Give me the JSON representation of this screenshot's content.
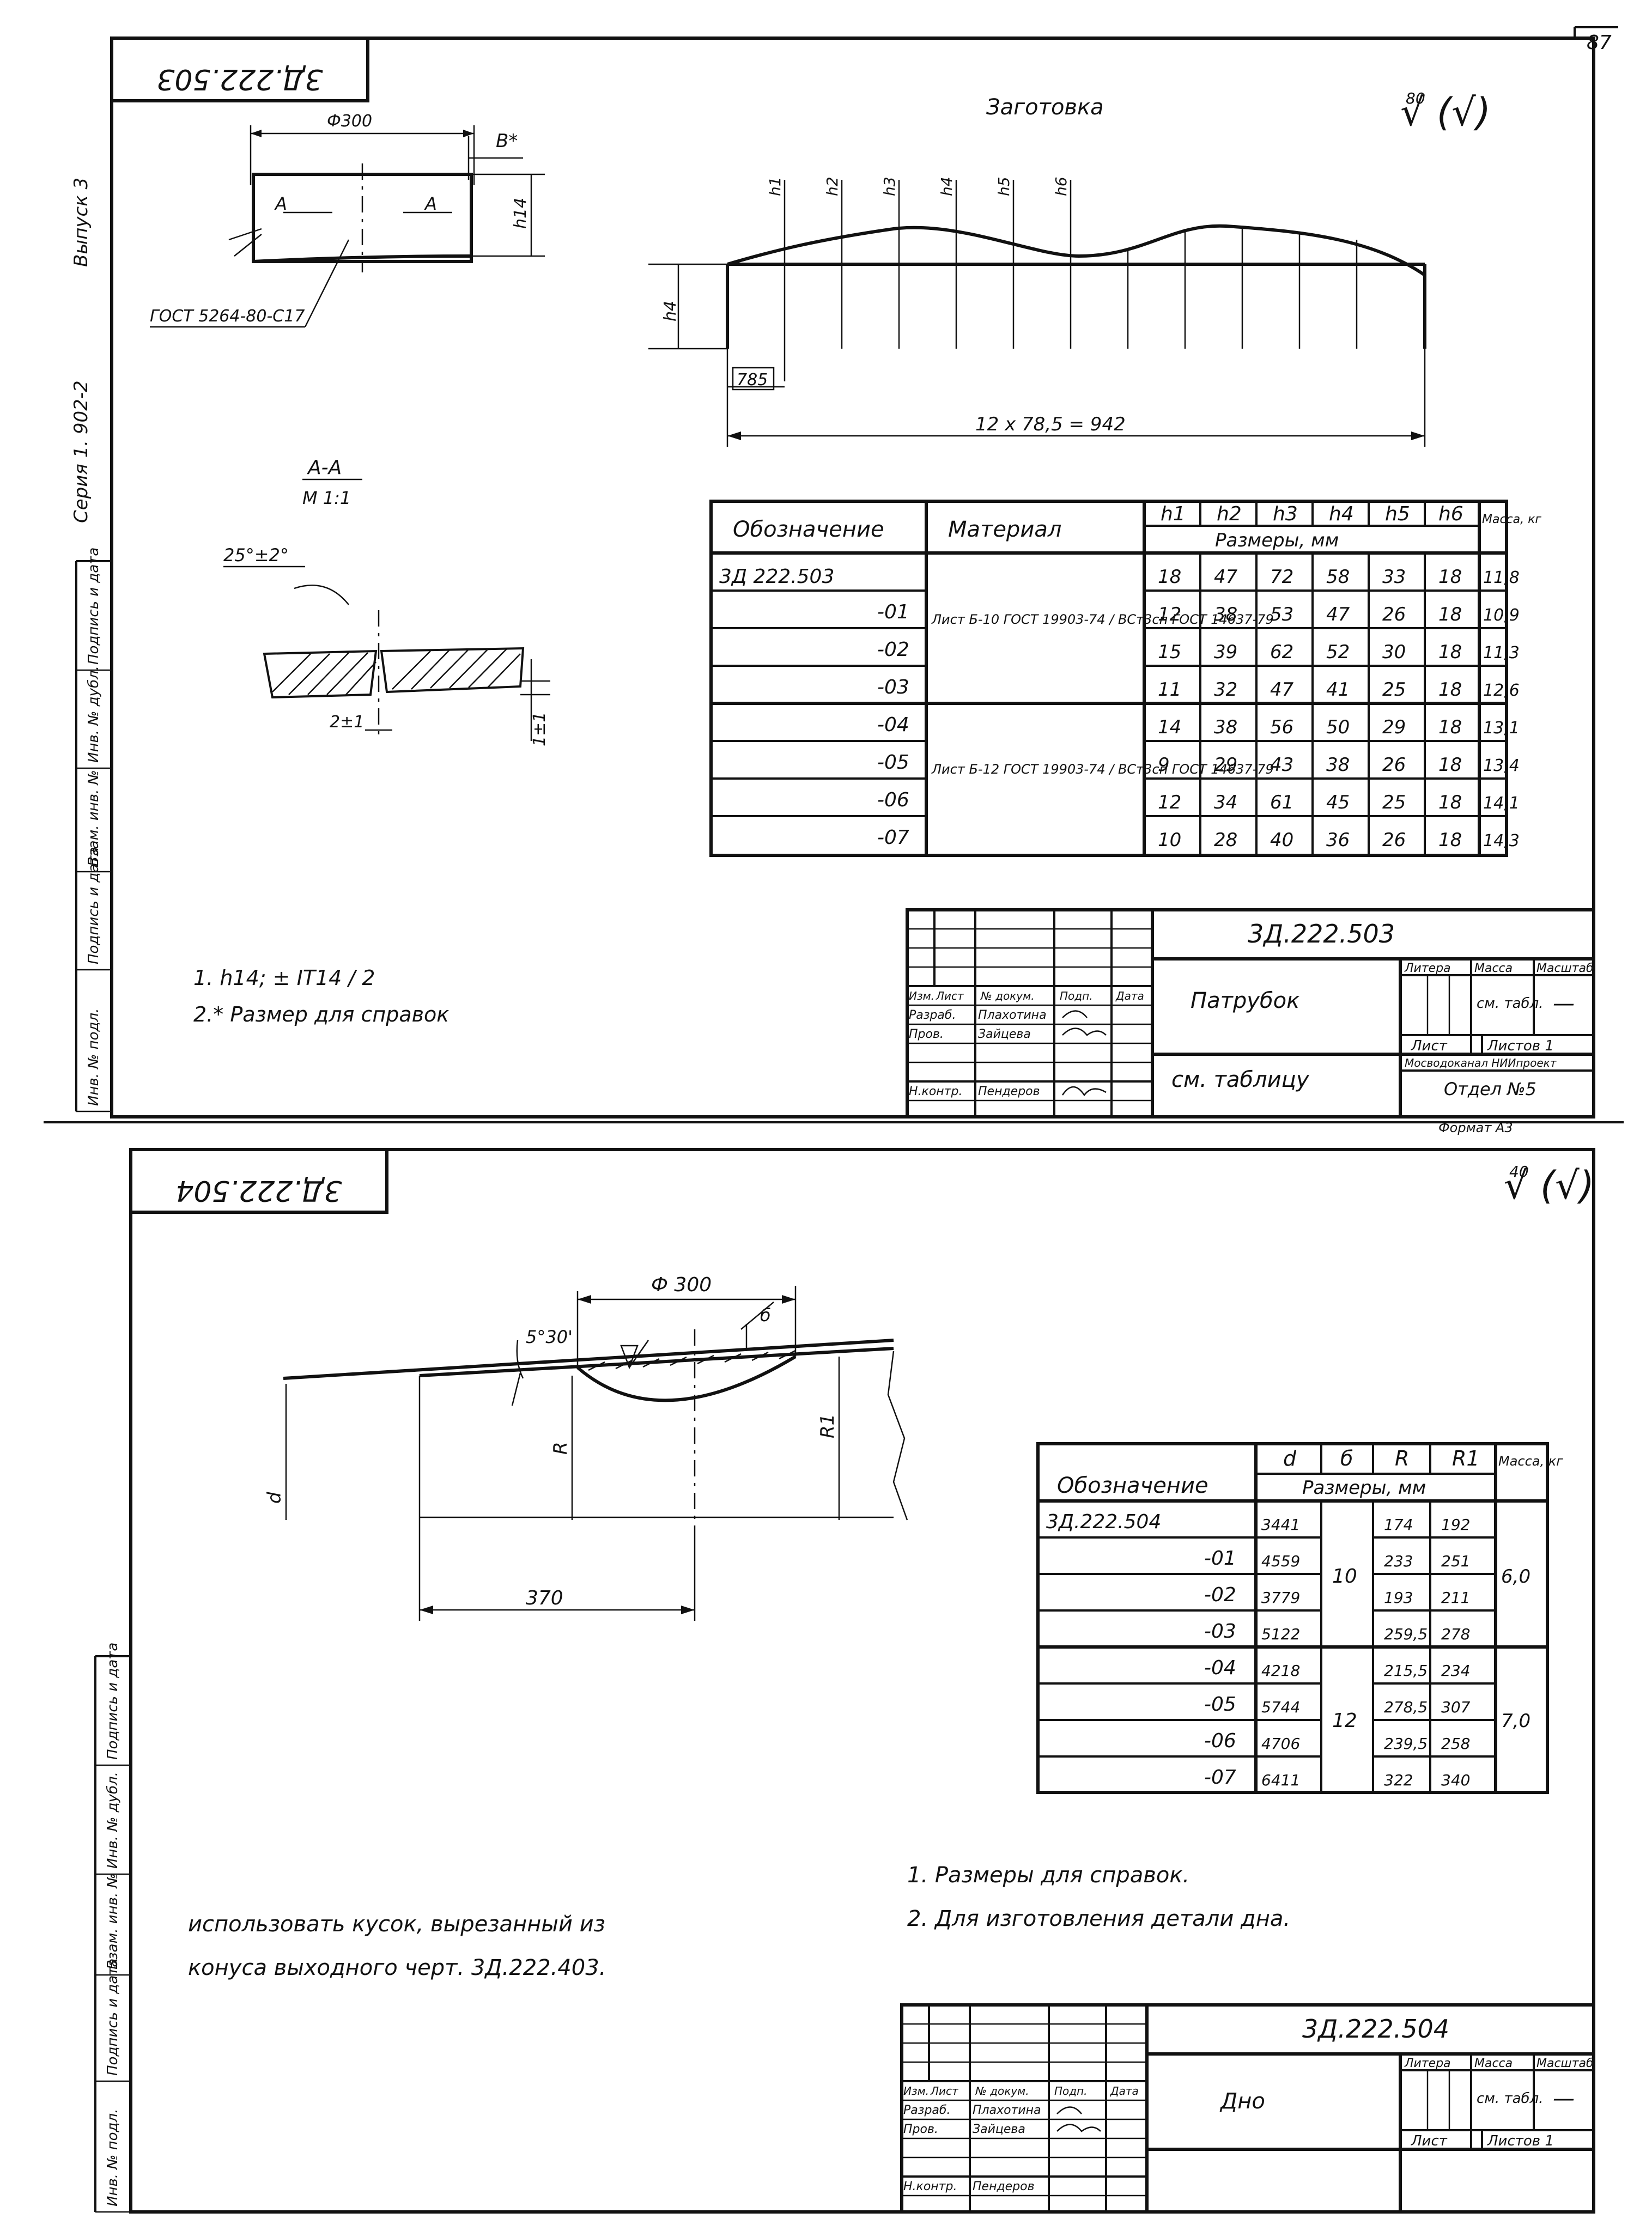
{
  "page_number": "87",
  "side_stamps": {
    "vypusk": "Выпуск 3",
    "seria": "Серия 1. 902-2",
    "cols_top": [
      "Подпись и дата",
      "Инв. № дубл.",
      "Взам. инв. №",
      "Подпись и дата",
      "Инв. № подл."
    ],
    "cols_bottom": [
      "Подпись и дата",
      "Инв. № дубл.",
      "Взам. инв. №",
      "Подпись и дата",
      "Инв. № подл."
    ]
  },
  "sheet1": {
    "code_box": "3Д.222.503",
    "roughness": "√ (√)",
    "roughness_sub": "80",
    "zagotovka_title": "Заготовка",
    "dims": {
      "phi300": "Ф300",
      "b_star": "В*",
      "h14": "h14",
      "gost": "ГОСТ 5264-80-С17",
      "a_mark": "А",
      "h4": "h4",
      "d785": "785",
      "d942": "12 x 78,5 = 942",
      "h_labels": [
        "h1",
        "h2",
        "h3",
        "h4",
        "h5",
        "h6"
      ]
    },
    "section": {
      "title": "А-А",
      "scale": "М 1:1",
      "angle": "25°±2°",
      "gap": "2±1",
      "rib": "1±1"
    },
    "notes": [
      "1. h14; ± IT14 / 2",
      "2.* Размер для справок"
    ],
    "table": {
      "col_designation": "Обозначение",
      "col_material": "Материал",
      "col_h": [
        "h1",
        "h2",
        "h3",
        "h4",
        "h5",
        "h6"
      ],
      "col_sizes": "Размеры, мм",
      "col_mass": "Масса, кг",
      "material_1": "Лист Б-10 ГОСТ 19903-74 / ВСт3сп ГОСТ 14637-79",
      "material_2": "Лист Б-12 ГОСТ 19903-74 / ВСт3сп ГОСТ 14637-79",
      "rows": [
        {
          "d": "3Д 222.503",
          "h": [
            "18",
            "47",
            "72",
            "58",
            "33",
            "18"
          ],
          "m": "11,8"
        },
        {
          "d": "-01",
          "h": [
            "12",
            "38",
            "53",
            "47",
            "26",
            "18"
          ],
          "m": "10,9"
        },
        {
          "d": "-02",
          "h": [
            "15",
            "39",
            "62",
            "52",
            "30",
            "18"
          ],
          "m": "11,3"
        },
        {
          "d": "-03",
          "h": [
            "11",
            "32",
            "47",
            "41",
            "25",
            "18"
          ],
          "m": "12,6"
        },
        {
          "d": "-04",
          "h": [
            "14",
            "38",
            "56",
            "50",
            "29",
            "18"
          ],
          "m": "13,1"
        },
        {
          "d": "-05",
          "h": [
            "9",
            "29",
            "43",
            "38",
            "26",
            "18"
          ],
          "m": "13,4"
        },
        {
          "d": "-06",
          "h": [
            "12",
            "34",
            "61",
            "45",
            "25",
            "18"
          ],
          "m": "14,1"
        },
        {
          "d": "-07",
          "h": [
            "10",
            "28",
            "40",
            "36",
            "26",
            "18"
          ],
          "m": "14,3"
        }
      ]
    },
    "title_block": {
      "code": "3Д.222.503",
      "name": "Патрубок",
      "material": "см. таблицу",
      "litera": "Литера",
      "massa": "Масса",
      "masshtab": "Масштаб",
      "mass_val": "см. табл.",
      "scale_val": "—",
      "list": "Лист",
      "listov": "Листов 1",
      "org": "Мосводоканал НИИпроект",
      "otdel": "Отдел №5",
      "format": "Формат А3",
      "row_labels": [
        "Изм.",
        "Лист",
        "№ докум.",
        "Подп.",
        "Дата"
      ],
      "razrab": "Разраб.",
      "razrab_name": "Плахотина",
      "prov": "Пров.",
      "prov_name": "Зайцева",
      "nkontr": "Н.контр.",
      "nkontr_name": "Пендеров"
    }
  },
  "sheet2": {
    "code_box": "3Д.222.504",
    "roughness": "√ (√)",
    "roughness_sub": "40",
    "dims": {
      "phi300": "Ф 300",
      "angle": "5°30'",
      "b": "б",
      "r": "R",
      "r1": "R1",
      "d": "d",
      "d370": "370"
    },
    "table": {
      "col_designation": "Обозначение",
      "col_d": "d",
      "col_b": "б",
      "col_r": "R",
      "col_r1": "R1",
      "col_sizes": "Размеры, мм",
      "col_mass": "Масса, кг",
      "b_group_1": "10",
      "b_group_2": "12",
      "mass_group_1": "6,0",
      "mass_group_2": "7,0",
      "rows": [
        {
          "des": "3Д.222.504",
          "d": "3441",
          "r": "174",
          "r1": "192"
        },
        {
          "des": "-01",
          "d": "4559",
          "r": "233",
          "r1": "251"
        },
        {
          "des": "-02",
          "d": "3779",
          "r": "193",
          "r1": "211"
        },
        {
          "des": "-03",
          "d": "5122",
          "r": "259,5",
          "r1": "278"
        },
        {
          "des": "-04",
          "d": "4218",
          "r": "215,5",
          "r1": "234"
        },
        {
          "des": "-05",
          "d": "5744",
          "r": "278,5",
          "r1": "307"
        },
        {
          "des": "-06",
          "d": "4706",
          "r": "239,5",
          "r1": "258"
        },
        {
          "des": "-07",
          "d": "6411",
          "r": "322",
          "r1": "340"
        }
      ]
    },
    "notes": [
      "1. Размеры для справок.",
      "2. Для изготовления детали дна."
    ],
    "usage_note": [
      "использовать кусок, вырезанный из",
      "конуса выходного черт. 3Д.222.403."
    ],
    "title_block": {
      "code": "3Д.222.504",
      "name": "Дно",
      "litera": "Литера",
      "massa": "Масса",
      "masshtab": "Масштаб",
      "mass_val": "см. табл.",
      "scale_val": "—",
      "list": "Лист",
      "listov": "Листов 1",
      "row_labels": [
        "Изм.",
        "Лист",
        "№ докум.",
        "Подп.",
        "Дата"
      ],
      "razrab": "Разраб.",
      "razrab_name": "Плахотина",
      "prov": "Пров.",
      "prov_name": "Зайцева",
      "nkontr": "Н.контр.",
      "nkontr_name": "Пендеров"
    }
  }
}
